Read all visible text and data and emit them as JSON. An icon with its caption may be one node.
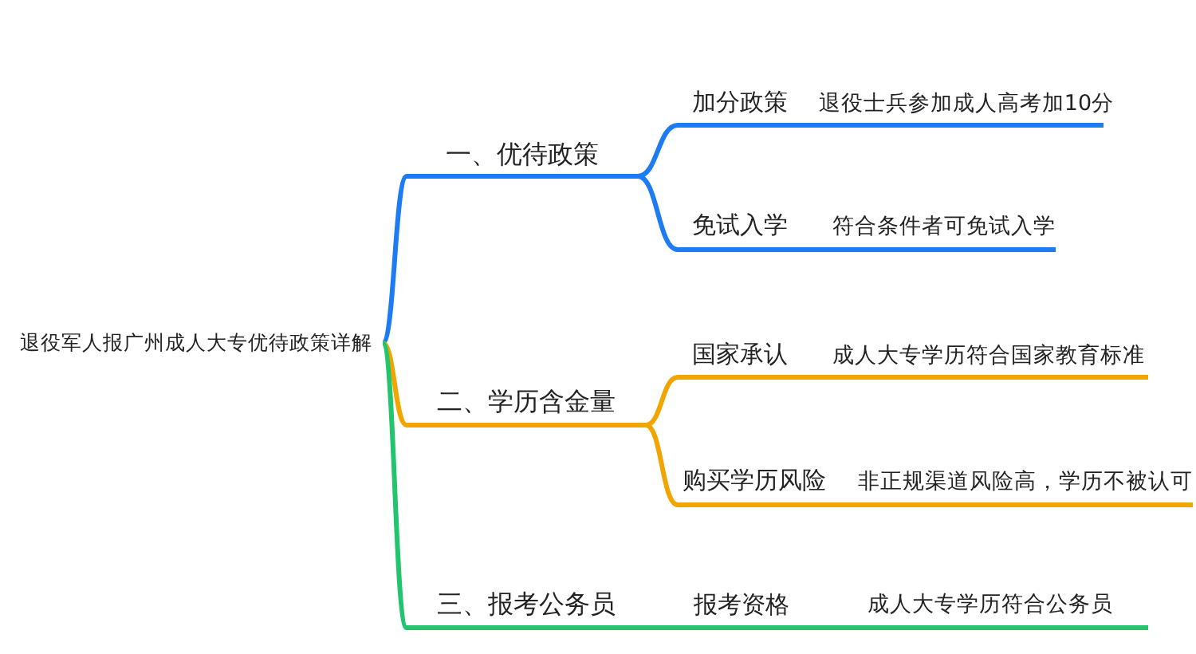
{
  "diagram": {
    "nodes": [
      {
        "text": [
          "退役军人报广州成人大专优待政策详解"
        ]
      },
      {
        "text": [
          "一、优待政策"
        ]
      },
      {
        "text": [
          "加分政策"
        ]
      },
      {
        "text": [
          "退役士兵参加成人高考加10分"
        ]
      },
      {
        "text": [
          "免试入学"
        ]
      },
      {
        "text": [
          "符合条件者可免试入学"
        ]
      },
      {
        "text": [
          "二、学历含金量"
        ]
      },
      {
        "text": [
          "国家承认"
        ]
      },
      {
        "text": [
          "成人大专学历符合国家教育标准"
        ]
      },
      {
        "text": [
          "购买学历风险"
        ]
      },
      {
        "text": [
          "非正规渠道风险高，学历不被认可"
        ]
      },
      {
        "text": [
          "三、报考公务员"
        ]
      },
      {
        "text": [
          "报考资格"
        ]
      },
      {
        "text": [
          "成人大专学历符合公务员"
        ]
      }
    ],
    "edges": [
      {
        "from": 0,
        "to": 1,
        "arrow": "none",
        "color": "#1e7cf2"
      },
      {
        "from": 1,
        "to": 2,
        "arrow": "none",
        "color": "#1e7cf2"
      },
      {
        "from": 2,
        "to": 3,
        "arrow": "none",
        "color": "#1e7cf2"
      },
      {
        "from": 1,
        "to": 4,
        "arrow": "none",
        "color": "#1e7cf2"
      },
      {
        "from": 4,
        "to": 5,
        "arrow": "none",
        "color": "#1e7cf2"
      },
      {
        "from": 0,
        "to": 6,
        "arrow": "none",
        "color": "#f0a500"
      },
      {
        "from": 6,
        "to": 7,
        "arrow": "none",
        "color": "#f0a500"
      },
      {
        "from": 7,
        "to": 8,
        "arrow": "none",
        "color": "#f0a500"
      },
      {
        "from": 6,
        "to": 9,
        "arrow": "none",
        "color": "#f0a500"
      },
      {
        "from": 9,
        "to": 10,
        "arrow": "none",
        "color": "#f0a500"
      },
      {
        "from": 0,
        "to": 11,
        "arrow": "none",
        "color": "#22c46e"
      },
      {
        "from": 11,
        "to": 12,
        "arrow": "none",
        "color": "#22c46e"
      },
      {
        "from": 12,
        "to": 13,
        "arrow": "none",
        "color": "#22c46e"
      }
    ]
  }
}
